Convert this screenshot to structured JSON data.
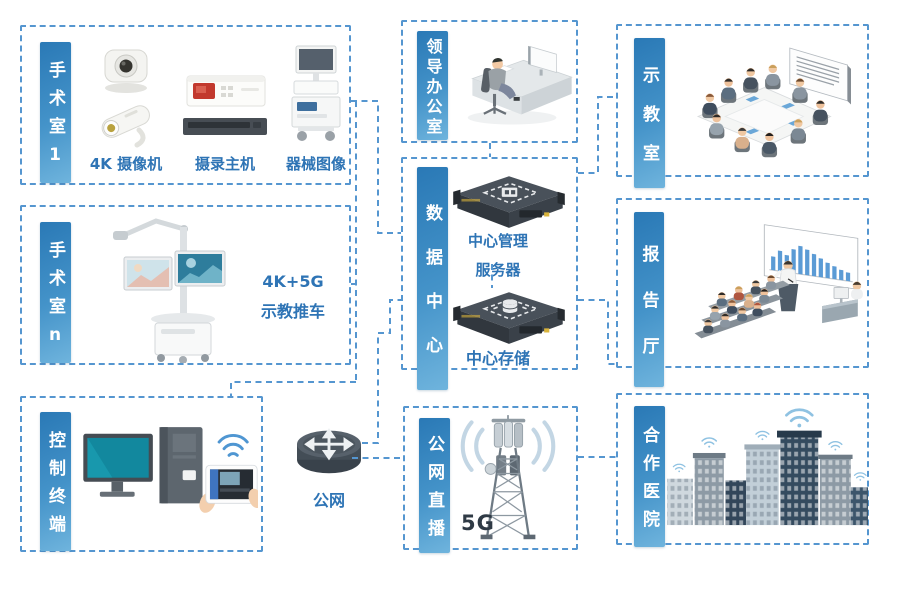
{
  "palette": {
    "line": "#5596d0",
    "label_text": "#2e74b5",
    "strip_from": "#2a79b6",
    "strip_mid": "#4493c9",
    "strip_to": "#6fb4dd",
    "dark": "#2f3a45"
  },
  "nodes": {
    "or1": {
      "label": "手术室1",
      "devices": [
        "4K 摄像机",
        "摄录主机",
        "器械图像"
      ]
    },
    "orn": {
      "label": "手术室n",
      "caption": "4K+5G\n示教推车"
    },
    "control": {
      "label": "控制终端"
    },
    "office": {
      "label": "领导办公室"
    },
    "datacenter": {
      "label": "数据中心",
      "server1": "中心管理\n服务器",
      "server2": "中心存储"
    },
    "router": {
      "label": "公网"
    },
    "publive": {
      "label": "公网直播",
      "badge": "5G"
    },
    "teaching": {
      "label": "示教室"
    },
    "lecture": {
      "label": "报告厅"
    },
    "hospital": {
      "label": "合作医院"
    }
  }
}
